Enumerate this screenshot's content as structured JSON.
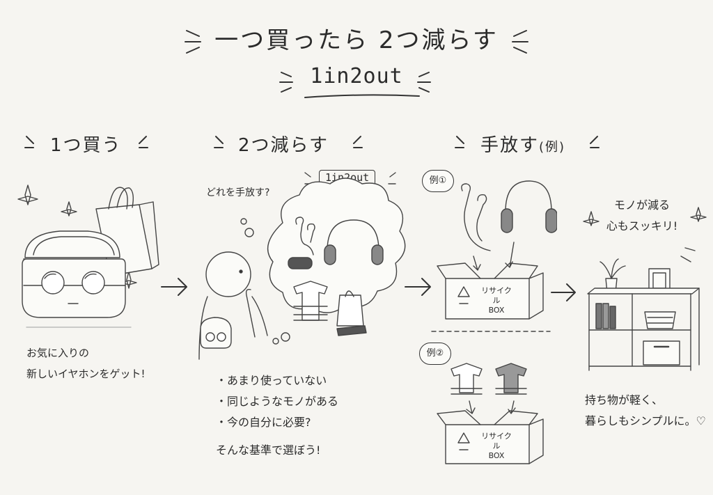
{
  "title": "一つ買ったら 2つ減らす",
  "subtitle": "1in2out",
  "step1": {
    "heading": "1つ買う",
    "caption_lines": [
      "お気に入りの",
      "新しいイヤホンをゲット!"
    ]
  },
  "step2": {
    "heading": "2つ減らす",
    "badge": "1in2out",
    "question": "どれを手放す?",
    "bullets": [
      "・あまり使っていない",
      "・同じようなモノがある",
      "・今の自分に必要?"
    ],
    "closing": "そんな基準で選ぼう!"
  },
  "step3": {
    "heading": "手放す",
    "heading_note": "(例)",
    "example1_label": "例①",
    "example2_label": "例②",
    "box_label_line1": "リサイクル",
    "box_label_line2": "BOX"
  },
  "step4": {
    "bubble_lines": [
      "モノが減る",
      "心もスッキリ!"
    ],
    "caption_lines": [
      "持ち物が軽く、",
      "暮らしもシンプルに。♡"
    ]
  }
}
